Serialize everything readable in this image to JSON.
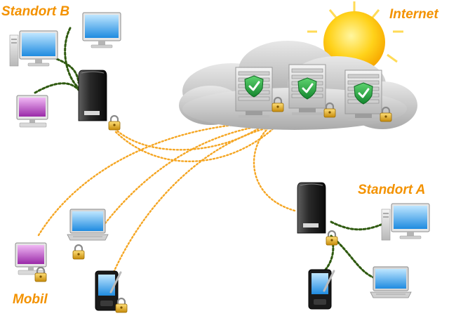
{
  "labels": {
    "standort_b": "Standort B",
    "internet": "Internet",
    "standort_a": "Standort A",
    "mobil": "Mobil"
  },
  "colors": {
    "label": "#f39200",
    "vpn_link": "#f5a623",
    "lan_link": "#2f5a10",
    "shield": "#2ea84a",
    "lock": "#d9a21a"
  },
  "icons": [
    "desktop-monitor-icon",
    "desktop-pc-icon",
    "server-tower-icon",
    "cloud-icon",
    "sun-icon",
    "rack-server-icon",
    "shield-check-icon",
    "laptop-icon",
    "pda-icon",
    "lock-icon"
  ]
}
